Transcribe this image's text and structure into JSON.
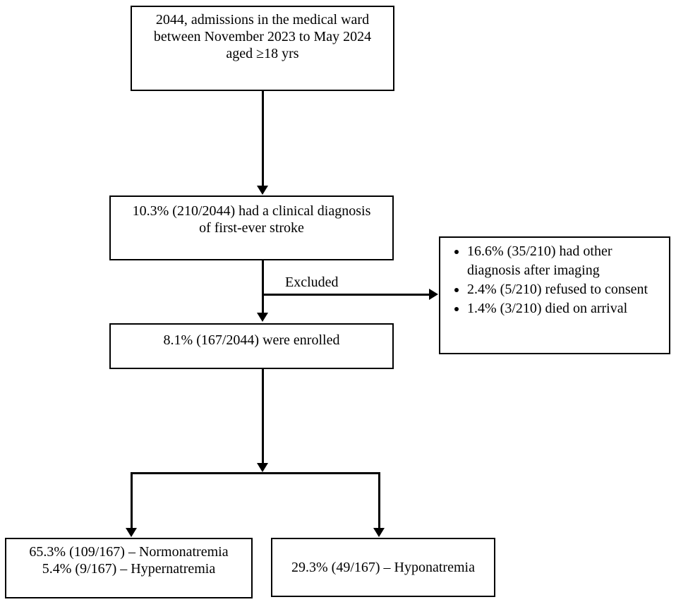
{
  "flowchart": {
    "nodes": {
      "admissions": {
        "lines": [
          "2044, admissions in the medical ward",
          "between November 2023 to May 2024",
          "aged ≥18 yrs"
        ]
      },
      "stroke_diagnosis": {
        "lines": [
          "10.3% (210/2044) had a clinical diagnosis",
          "of first-ever stroke"
        ]
      },
      "excluded_reasons": {
        "bullets": [
          "16.6% (35/210) had other diagnosis after imaging",
          "2.4% (5/210) refused to consent",
          "1.4% (3/210) died on arrival"
        ]
      },
      "enrolled": {
        "text": "8.1% (167/2044) were enrolled"
      },
      "normo_hyper": {
        "lines": [
          "65.3% (109/167) – Normonatremia",
          "5.4% (9/167) – Hypernatremia"
        ]
      },
      "hypo": {
        "text": "29.3% (49/167) – Hyponatremia"
      }
    },
    "edge_labels": {
      "excluded": "Excluded"
    },
    "colors": {
      "line": "#000000",
      "text": "#000000",
      "background": "#ffffff"
    }
  }
}
